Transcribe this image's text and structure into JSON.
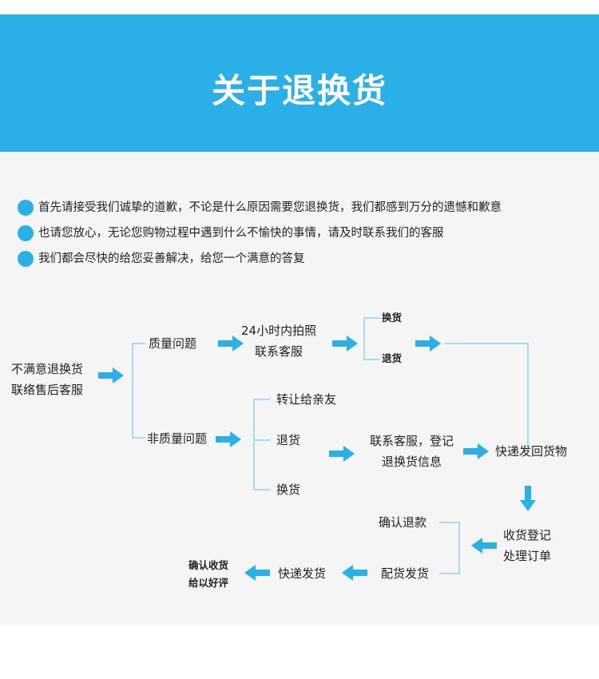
{
  "header": {
    "title": "关于退换货",
    "bg_color": "#2ab0e6"
  },
  "notes": [
    "首先请接受我们诚挚的道歉，不论是什么原因需要您退换货，我们都感到万分的遗憾和歉意",
    "也请您放心，无论您购物过程中遇到什么不愉快的事情，请及时联系我们的客服",
    "我们都会尽快的给您妥善解决，给您一个满意的答复"
  ],
  "flow": {
    "start": [
      "不满意退换货",
      "联络售后客服"
    ],
    "quality": "质量问题",
    "photo": [
      "24小时内拍照",
      "联系客服"
    ],
    "exchange_a": "换货",
    "return_a": "退货",
    "non_quality": "非质量问题",
    "transfer": "转让给亲友",
    "return_b": "退货",
    "exchange_b": "换货",
    "register": [
      "联系客服，登记",
      "退换货信息"
    ],
    "express_back": "快递发回货物",
    "receive": [
      "收货登记",
      "处理订单"
    ],
    "refund": "确认退款",
    "dispatch": "配货发货",
    "express_send": "快递发货",
    "confirm": [
      "确认收货",
      "给以好评"
    ],
    "arrow_color": "#2ab0e6",
    "line_color": "#8fd3ef"
  }
}
